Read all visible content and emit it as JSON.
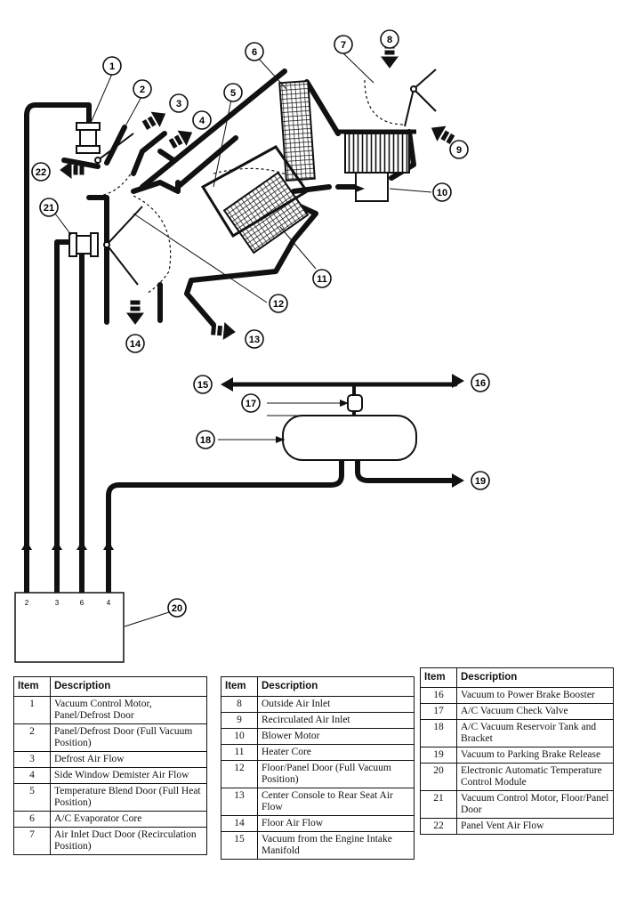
{
  "callouts": [
    "1",
    "2",
    "3",
    "4",
    "5",
    "6",
    "7",
    "8",
    "9",
    "10",
    "11",
    "12",
    "13",
    "14",
    "15",
    "16",
    "17",
    "18",
    "19",
    "20",
    "21",
    "22"
  ],
  "module_ports": [
    "2",
    "3",
    "6",
    "4"
  ],
  "legend_header": {
    "item": "Item",
    "description": "Description"
  },
  "legend": [
    [
      {
        "item": "1",
        "description": "Vacuum Control Motor, Panel/Defrost Door"
      },
      {
        "item": "2",
        "description": "Panel/Defrost Door (Full Vacuum Position)"
      },
      {
        "item": "3",
        "description": "Defrost Air Flow"
      },
      {
        "item": "4",
        "description": "Side Window Demister Air Flow"
      },
      {
        "item": "5",
        "description": "Temperature Blend Door (Full Heat Position)"
      },
      {
        "item": "6",
        "description": "A/C Evaporator Core"
      },
      {
        "item": "7",
        "description": "Air Inlet Duct Door (Recirculation Position)"
      }
    ],
    [
      {
        "item": "8",
        "description": "Outside Air Inlet"
      },
      {
        "item": "9",
        "description": "Recirculated Air Inlet"
      },
      {
        "item": "10",
        "description": "Blower Motor"
      },
      {
        "item": "11",
        "description": "Heater Core"
      },
      {
        "item": "12",
        "description": "Floor/Panel Door (Full Vacuum Position)"
      },
      {
        "item": "13",
        "description": "Center Console to Rear Seat Air Flow"
      },
      {
        "item": "14",
        "description": "Floor Air Flow"
      },
      {
        "item": "15",
        "description": "Vacuum from the Engine Intake Manifold"
      }
    ],
    [
      {
        "item": "16",
        "description": "Vacuum to Power Brake Booster"
      },
      {
        "item": "17",
        "description": "A/C Vacuum Check Valve"
      },
      {
        "item": "18",
        "description": "A/C Vacuum Reservoir Tank and Bracket"
      },
      {
        "item": "19",
        "description": "Vacuum to Parking Brake Release"
      },
      {
        "item": "20",
        "description": "Electronic Automatic Temperature Control Module"
      },
      {
        "item": "21",
        "description": "Vacuum Control Motor, Floor/Panel Door"
      },
      {
        "item": "22",
        "description": "Panel Vent Air Flow"
      }
    ]
  ]
}
